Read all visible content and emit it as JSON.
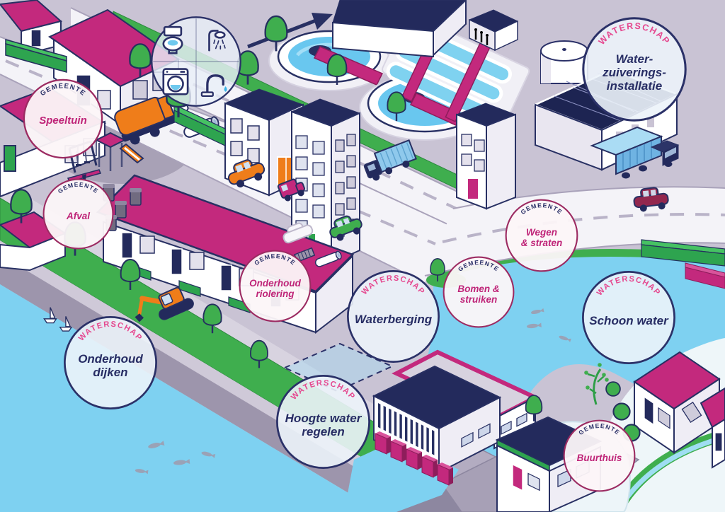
{
  "badges": [
    {
      "org": "GEMEENTE",
      "label": "Speeltuin"
    },
    {
      "org": "GEMEENTE",
      "label": "Afval"
    },
    {
      "org": "GEMEENTE",
      "label": "Onderhoud\nriolering"
    },
    {
      "org": "GEMEENTE",
      "label": "Wegen\n& straten"
    },
    {
      "org": "GEMEENTE",
      "label": "Bomen &\nstruiken"
    },
    {
      "org": "GEMEENTE",
      "label": "Buurthuis"
    },
    {
      "org": "WATERSCHAP",
      "label": "Water-\nzuiverings-\ninstallatie"
    },
    {
      "org": "WATERSCHAP",
      "label": "Waterberging"
    },
    {
      "org": "WATERSCHAP",
      "label": "Schoon water"
    },
    {
      "org": "WATERSCHAP",
      "label": "Onderhoud\ndijken"
    },
    {
      "org": "WATERSCHAP",
      "label": "Hoogte water\nregelen"
    }
  ],
  "icon_badge": {
    "icons": [
      "toilet-icon",
      "shower-icon",
      "washing-machine-icon",
      "faucet-icon"
    ]
  },
  "colors": {
    "background": "#c9c3d4",
    "water": "#7ed1f1",
    "green": "#3fae4e",
    "magenta": "#c3297d",
    "navy": "#283063",
    "orange": "#ef7d1a",
    "road": "#f4f3f8",
    "gemeente_border": "#9c2b62",
    "gemeente_text": "#bf2478",
    "waterschap_border": "#2b3168",
    "waterschap_text": "#272d64",
    "waterschap_arc_pink": "#e5488f"
  }
}
